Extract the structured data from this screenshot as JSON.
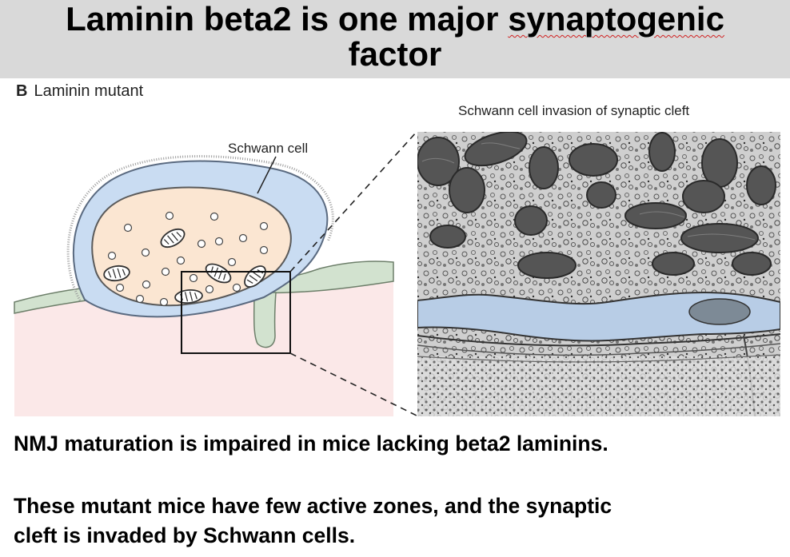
{
  "slide": {
    "title_part1": "Laminin beta2 is one major ",
    "title_squiggle_word": "synaptogenic",
    "title_part2": "factor"
  },
  "figure": {
    "panel_letter": "B",
    "panel_title": "Laminin  mutant",
    "schwann_label": "Schwann cell",
    "em_caption": "Schwann cell invasion of synaptic cleft"
  },
  "body": {
    "line1": "NMJ maturation is impaired in mice lacking beta2 laminins.",
    "line2a": "These mutant mice have few active zones, and the synaptic",
    "line2b": "cleft is invaded by Schwann cells."
  },
  "colors": {
    "title_band": "#d9d9d9",
    "schwann_blue": "#c9dcf2",
    "terminal_peach": "#fbe6d2",
    "muscle_pink": "#fbe8e8",
    "sheath_green": "#d2e2cf"
  }
}
